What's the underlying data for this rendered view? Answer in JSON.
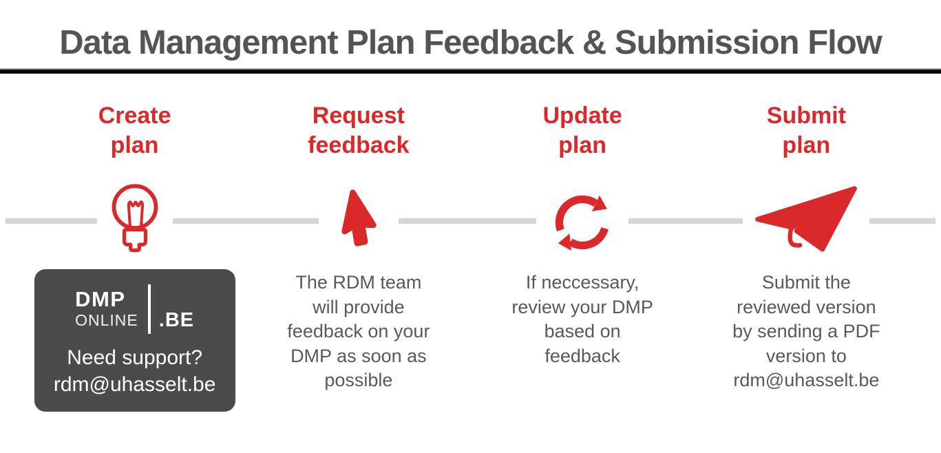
{
  "title": "Data Management Plan Feedback & Submission Flow",
  "colors": {
    "accent_red": "#d9292a",
    "title_gray": "#545456",
    "body_text_gray": "#58595b",
    "support_box_gray": "#4b4b4d",
    "connector_gray": "#d3d9d9",
    "divider_black": "#0a0a0a"
  },
  "steps": [
    {
      "title": "Create\nplan",
      "icon": "lightbulb-icon",
      "description": ""
    },
    {
      "title": "Request\nfeedback",
      "icon": "cursor-icon",
      "description": "The RDM team\nwill provide\nfeedback on your\nDMP as soon as\npossible"
    },
    {
      "title": "Update\nplan",
      "icon": "refresh-icon",
      "description": "If neccessary,\nreview your DMP\nbased on\nfeedback"
    },
    {
      "title": "Submit\nplan",
      "icon": "paper-plane-icon",
      "description": "Submit the\nreviewed version\nby sending a PDF\nversion to\nrdm@uhasselt.be"
    }
  ],
  "support_box": {
    "logo_dmp": "DMP",
    "logo_online": "ONLINE",
    "logo_tld": ".BE",
    "question": "Need support?",
    "email": "rdm@uhasselt.be"
  }
}
